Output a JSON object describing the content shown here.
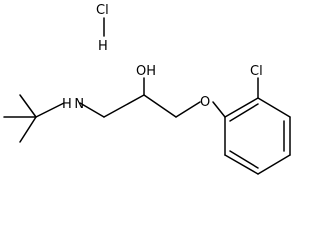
{
  "molecule": {
    "labels": {
      "cl_salt": "Cl",
      "h_salt": "H",
      "amine": "H N",
      "hydroxyl": "OH",
      "ether_oxygen": "O",
      "aryl_chloride": "Cl"
    },
    "colors": {
      "bond": "#000000",
      "text": "#000000",
      "background": "#ffffff"
    }
  }
}
